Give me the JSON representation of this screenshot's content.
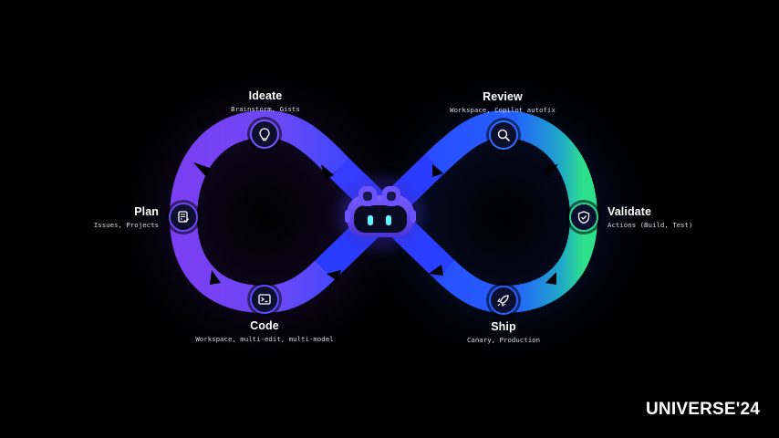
{
  "stages": [
    {
      "key": "ideate",
      "title": "Ideate",
      "subtitle": "Brainstorm, Gists",
      "icon": "lightbulb-icon"
    },
    {
      "key": "plan",
      "title": "Plan",
      "subtitle": "Issues, Projects",
      "icon": "checklist-icon"
    },
    {
      "key": "code",
      "title": "Code",
      "subtitle": "Workspace, multi-edit, multi-model",
      "icon": "terminal-icon"
    },
    {
      "key": "review",
      "title": "Review",
      "subtitle": "Workspace, Copilot autofix",
      "icon": "search-icon"
    },
    {
      "key": "validate",
      "title": "Validate",
      "subtitle": "Actions (Build, Test)",
      "icon": "shield-check-icon"
    },
    {
      "key": "ship",
      "title": "Ship",
      "subtitle": "Canary, Production",
      "icon": "rocket-icon"
    }
  ],
  "brand": {
    "name": "UNIVERSE",
    "mark": "'24"
  },
  "colors": {
    "background": "#000000",
    "purple": "#6a3df0",
    "violet": "#8a55ff",
    "blue": "#2f52ff",
    "green": "#2fd884",
    "node_fill": "#0d0f2e",
    "mascot": "#5b3df5"
  }
}
